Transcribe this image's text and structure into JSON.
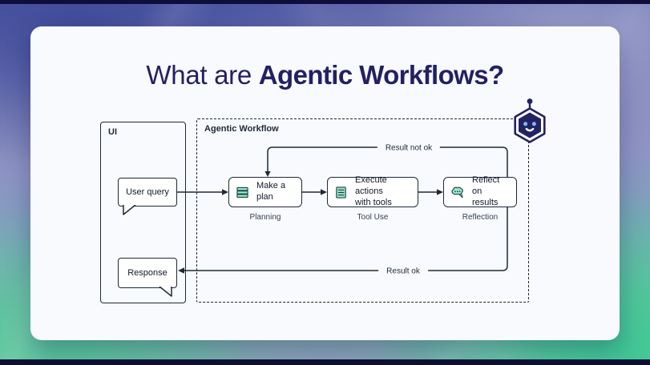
{
  "title": {
    "regular": "What are ",
    "bold": "Agentic Workflows?"
  },
  "ui_panel": {
    "label": "UI",
    "user_query_label": "User query",
    "response_label": "Response"
  },
  "workflow": {
    "label": "Agentic Workflow",
    "steps": [
      {
        "label": "Make a plan",
        "sublabel": "Planning",
        "icon": "list-stack-icon"
      },
      {
        "label": "Execute actions\nwith tools",
        "sublabel": "Tool Use",
        "icon": "document-list-icon"
      },
      {
        "label": "Reflect on\nresults",
        "sublabel": "Reflection",
        "icon": "thought-bubble-icon"
      }
    ],
    "edges": {
      "result_not_ok": "Result not ok",
      "result_ok": "Result ok"
    }
  },
  "logo": {
    "name": "robot-hexagon-logo"
  },
  "colors": {
    "title_navy": "#232062",
    "line": "#1f2937",
    "card_bg": "#f8fafd",
    "icon_green": "#9ce8c4",
    "icon_stroke": "#16404b",
    "robot_navy": "#232264",
    "robot_eyes": "#7cb9ea"
  }
}
